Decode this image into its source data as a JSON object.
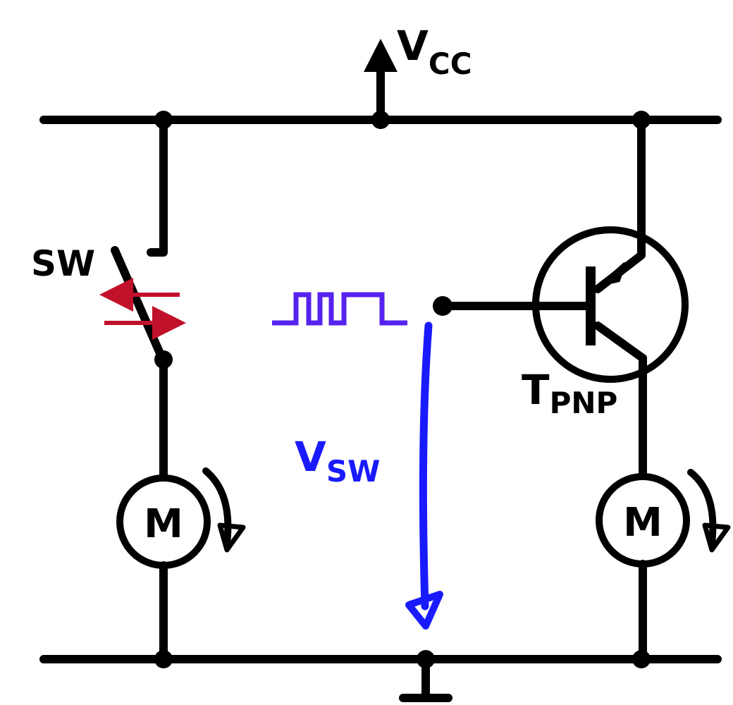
{
  "colors": {
    "wire": "#000000",
    "switch_arrows": "#c0102a",
    "pulse": "#5522ee",
    "vsw_arrow": "#1a1aff",
    "background": "#ffffff"
  },
  "labels": {
    "vcc_main": "V",
    "vcc_sub": "CC",
    "sw": "SW",
    "motor_left": "M",
    "motor_right": "M",
    "transistor_main": "T",
    "transistor_sub": "PNP",
    "vsw_main": "V",
    "vsw_sub": "SW"
  },
  "icons": {
    "supply": "up-arrow-icon",
    "ground": "ground-symbol-icon",
    "switch": "spst-switch-icon",
    "motor_left_rotation": "curved-arrow-cw-icon",
    "motor_right_rotation": "curved-arrow-cw-icon",
    "pulse": "square-wave-icon",
    "transistor": "pnp-transistor-icon"
  }
}
